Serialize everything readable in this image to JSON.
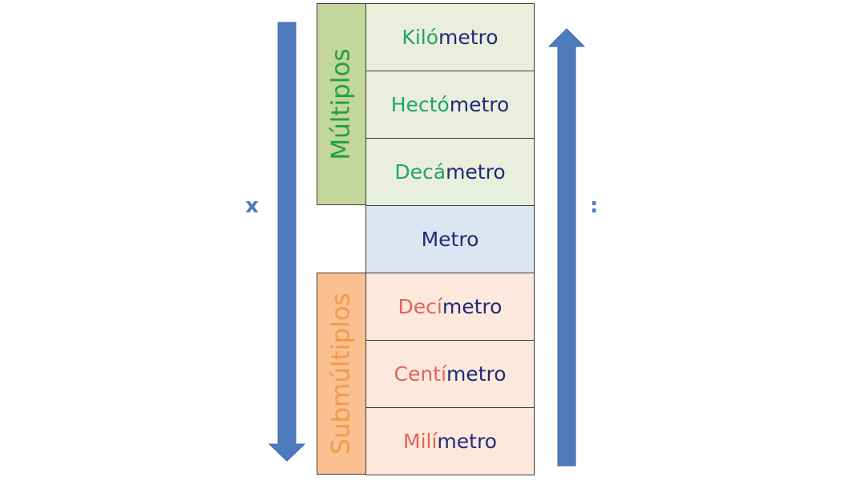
{
  "colors": {
    "arrow": "#4e7bbe",
    "multiple_fill": "#eaefdc",
    "multiple_prefix": "#1fa46a",
    "group_multiple_fill": "#c3d69b",
    "group_multiple_text": "#1fa046",
    "base_fill": "#dce5f2",
    "base_text": "#1f2a7a",
    "submultiple_fill": "#fde9dc",
    "submultiple_prefix": "#e2655a",
    "group_submultiple_fill": "#fac08f",
    "group_submultiple_text": "#f29a4a"
  },
  "operations": {
    "down_label": "x",
    "up_label": ":"
  },
  "groups": {
    "multiples": "Múltiplos",
    "submultiples": "Submúltiplos"
  },
  "units": [
    {
      "prefix": "Kiló",
      "base": "metro",
      "kind": "multiple"
    },
    {
      "prefix": "Hectó",
      "base": "metro",
      "kind": "multiple"
    },
    {
      "prefix": "Decá",
      "base": "metro",
      "kind": "multiple"
    },
    {
      "prefix": "",
      "base": "Metro",
      "kind": "base"
    },
    {
      "prefix": "Decí",
      "base": "metro",
      "kind": "submultiple"
    },
    {
      "prefix": "Centí",
      "base": "metro",
      "kind": "submultiple"
    },
    {
      "prefix": "Milí",
      "base": "metro",
      "kind": "submultiple"
    }
  ]
}
